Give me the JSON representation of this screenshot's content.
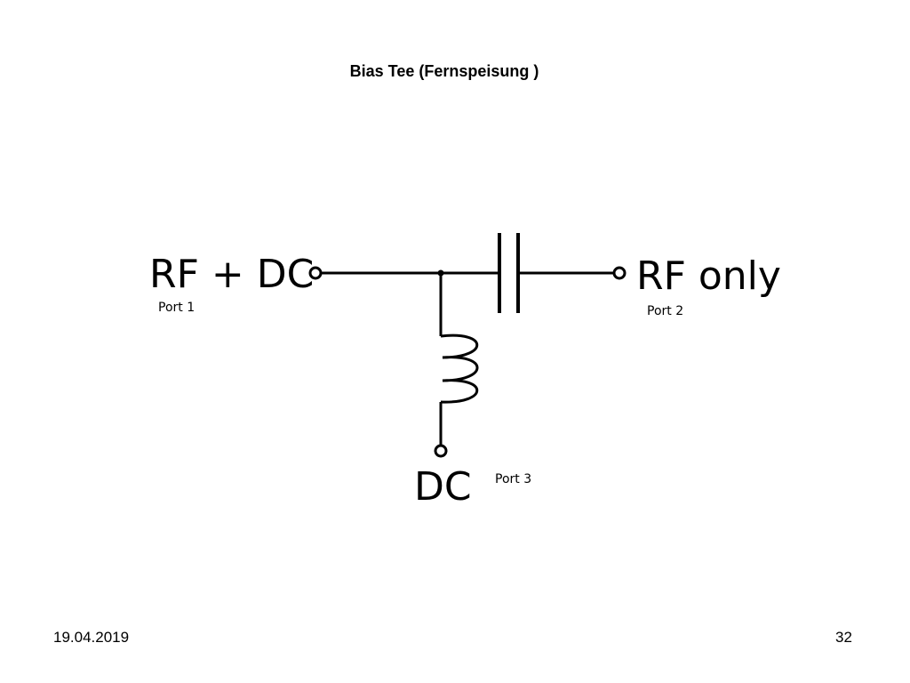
{
  "slide": {
    "title": "Bias Tee (Fernspeisung )",
    "date": "19.04.2019",
    "page_number": "32"
  },
  "diagram": {
    "port1_label": "RF + DC",
    "port1_name": "Port 1",
    "port2_label": "RF only",
    "port2_name": "Port 2",
    "port3_label": "DC",
    "port3_name": "Port 3",
    "components": [
      "capacitor",
      "inductor"
    ]
  }
}
